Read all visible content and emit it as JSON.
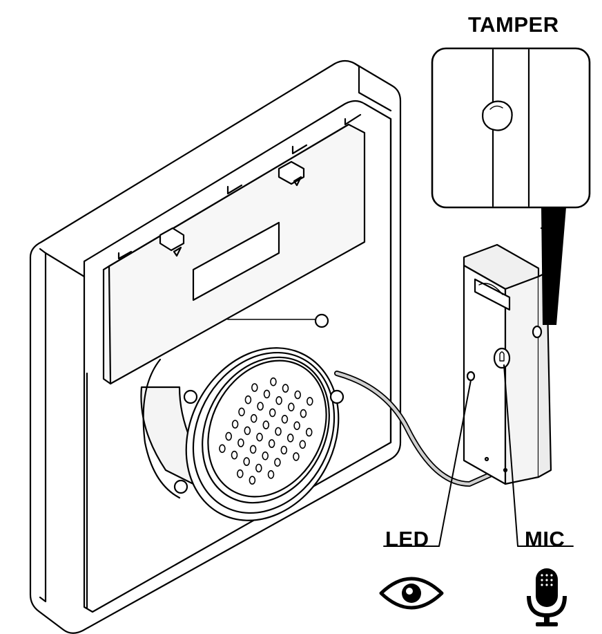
{
  "labels": {
    "tamper": "TAMPER",
    "led": "LED",
    "mic": "MIC"
  },
  "icons": {
    "led_symbol": "eye-icon",
    "mic_symbol": "microphone-icon"
  },
  "colors": {
    "line": "#000000",
    "background": "#ffffff",
    "panel_shade": "#f2f2f2",
    "cable_fill": "#d0d0d0"
  }
}
